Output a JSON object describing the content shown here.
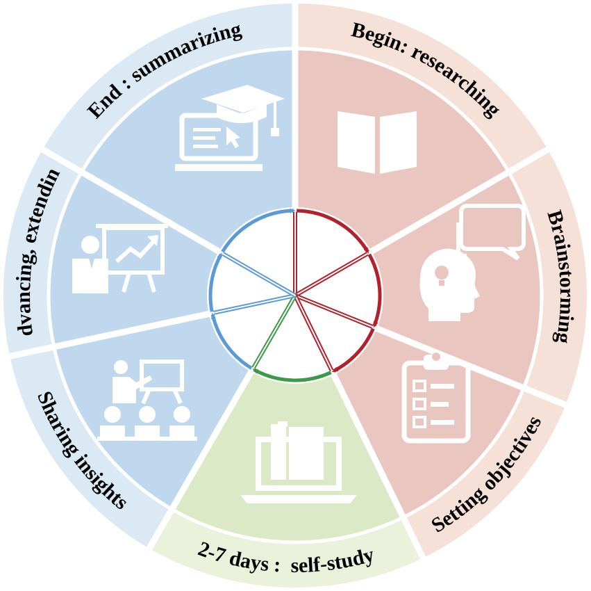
{
  "colors": {
    "blue_outer": "#dbe9f5",
    "blue_inner": "#c0d8ee",
    "red_outer": "#f6e1d9",
    "red_inner": "#e9c7c0",
    "green_outer": "#eaf2dc",
    "green_inner": "#dce9c6",
    "blue_arrow": "#5b9bd5",
    "red_arrow": "#b3202a",
    "green_arrow": "#3a9a46"
  },
  "segments": [
    {
      "key": "begin",
      "label": "Begin: researching",
      "icon": "book-icon",
      "color": "red"
    },
    {
      "key": "brainstorm",
      "label": "Brainstorming",
      "icon": "head-lightbulb-speech-icon",
      "color": "red"
    },
    {
      "key": "objectives",
      "label": "Setting objectives",
      "icon": "clipboard-checklist-icon",
      "color": "red"
    },
    {
      "key": "selfstudy",
      "label": "2-7 days :  self-study",
      "icon": "computer-books-icon",
      "color": "green"
    },
    {
      "key": "sharing",
      "label": "Sharing insights",
      "icon": "presenter-audience-icon",
      "color": "blue"
    },
    {
      "key": "advancing",
      "label": "Advancing, extending",
      "icon": "presenter-chart-icon",
      "color": "blue"
    },
    {
      "key": "end",
      "label": "End : summarizing",
      "icon": "graduation-laptop-icon",
      "color": "blue"
    }
  ]
}
